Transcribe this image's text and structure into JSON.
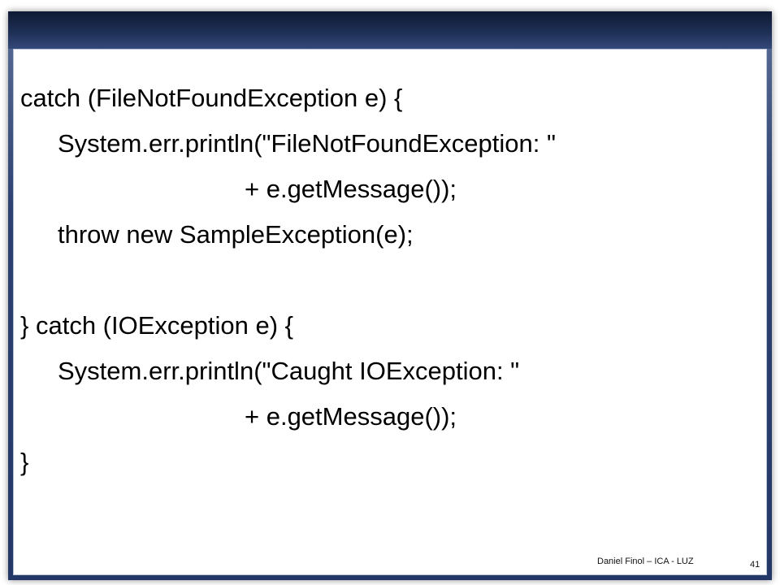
{
  "slide": {
    "code_lines": [
      "catch (FileNotFoundException e) {",
      "System.err.println(\"FileNotFoundException: \"",
      "+ e.getMessage());",
      "throw new SampleException(e);",
      "} catch (IOException e) {",
      "System.err.println(\"Caught IOException: \"",
      "+ e.getMessage());",
      "}"
    ],
    "footer": {
      "author": "Daniel Finol – ICA - LUZ",
      "page_number": "41"
    }
  },
  "theme": {
    "frame_color": "#233866",
    "header_color": "#0f1a33",
    "background": "#ffffff",
    "text_color": "#000000"
  }
}
